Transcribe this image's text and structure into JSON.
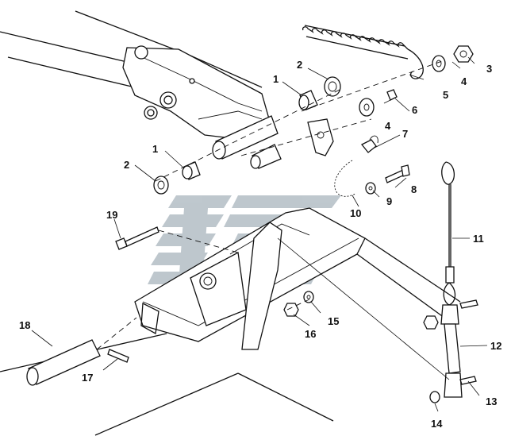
{
  "watermark": {
    "color": "#8a9aa6",
    "icon": "brand-watermark-logo"
  },
  "callouts": [
    {
      "id": "c1a",
      "text": "1"
    },
    {
      "id": "c1b",
      "text": "1"
    },
    {
      "id": "c2a",
      "text": "2"
    },
    {
      "id": "c2b",
      "text": "2"
    },
    {
      "id": "c3",
      "text": "3"
    },
    {
      "id": "c4a",
      "text": "4"
    },
    {
      "id": "c4b",
      "text": "4"
    },
    {
      "id": "c5",
      "text": "5"
    },
    {
      "id": "c6",
      "text": "6"
    },
    {
      "id": "c7",
      "text": "7"
    },
    {
      "id": "c8",
      "text": "8"
    },
    {
      "id": "c9",
      "text": "9"
    },
    {
      "id": "c10",
      "text": "10"
    },
    {
      "id": "c11",
      "text": "11"
    },
    {
      "id": "c12",
      "text": "12"
    },
    {
      "id": "c13",
      "text": "13"
    },
    {
      "id": "c14",
      "text": "14"
    },
    {
      "id": "c15",
      "text": "15"
    },
    {
      "id": "c16",
      "text": "16"
    },
    {
      "id": "c17",
      "text": "17"
    },
    {
      "id": "c18",
      "text": "18"
    },
    {
      "id": "c19",
      "text": "19"
    }
  ]
}
